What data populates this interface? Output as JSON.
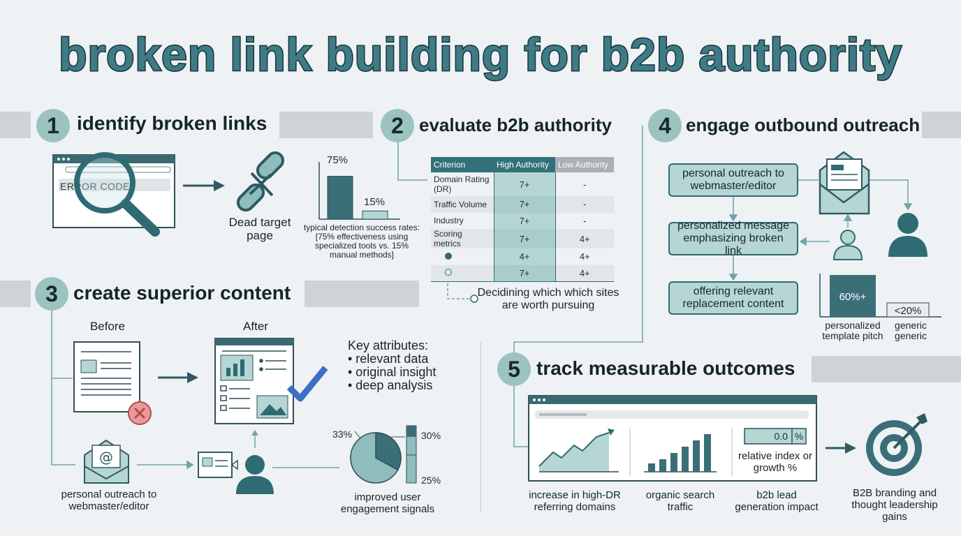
{
  "title": "broken link building for b2b authority",
  "colors": {
    "accent": "#3d7c86",
    "dark": "#1c3238",
    "light_teal": "#b6d6d4",
    "error": "#d96b6b",
    "check": "#3d6fc4"
  },
  "s1": {
    "num": "1",
    "title": "identify broken links",
    "error_text": "ERROR CODE",
    "dead_label": "Dead target page",
    "bar1_label": "75%",
    "bar2_label": "15%",
    "bar_values": [
      75,
      15
    ],
    "caption": "typical detection success rates: [75% effectiveness using specialized tools vs. 15% manual methods]"
  },
  "s2": {
    "num": "2",
    "title": "evaluate b2b authority",
    "headers": [
      "Criterion",
      "High Authority",
      "Low Authority"
    ],
    "rows": [
      [
        "Domain Rating (DR)",
        "7+",
        "-"
      ],
      [
        "Traffic Volume",
        "7+",
        "-"
      ],
      [
        "Industry",
        "7+",
        "-"
      ],
      [
        "Scoring metrics",
        "7+",
        "4+"
      ],
      [
        "",
        "4+",
        "4+"
      ],
      [
        "",
        "7+",
        "4+"
      ]
    ],
    "note": "Decidining which which sites are worth pursuing"
  },
  "s3": {
    "num": "3",
    "title": "create superior content",
    "before": "Before",
    "after": "After",
    "key_title": "Key attributes:",
    "key_items": [
      "• relevant data",
      "• original insight",
      "• deep analysis"
    ],
    "outreach_label": "personal outreach to webmaster/editor",
    "pie_labels": [
      "33%",
      "30%",
      "25%"
    ],
    "pie_caption": "improved user engagement signals"
  },
  "s4": {
    "num": "4",
    "title": "engage outbound outreach",
    "box1": "personal outreach to webmaster/editor",
    "box2": "personalized message emphasizing broken link",
    "box3": "offering relevant replacement content",
    "bar1_label": "60%+",
    "bar2_label": "<20%",
    "bar_values": [
      60,
      20
    ],
    "cap1": "personalized template pitch",
    "cap2": "generic generic"
  },
  "s5": {
    "num": "5",
    "title": "track measurable outcomes",
    "value": "0.0",
    "unit": "%",
    "index_label": "relative index or growth %",
    "cap1": "increase in high-DR referring domains",
    "cap2": "organic search traffic",
    "cap3": "b2b lead generation impact",
    "cap4": "B2B branding and thought leadership gains",
    "traffic_bars": [
      20,
      30,
      45,
      60,
      75,
      90
    ]
  }
}
